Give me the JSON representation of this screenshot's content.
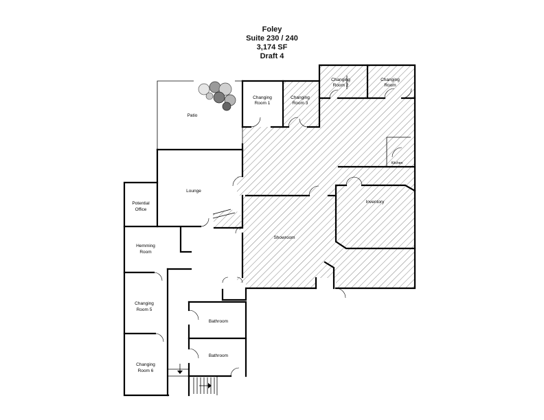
{
  "title": {
    "project": "Foley",
    "suite": "Suite 230 / 240",
    "area": "3,174 SF",
    "draft": "Draft 4"
  },
  "rooms": {
    "patio": "Patio",
    "lounge": "Lounge",
    "potential_office_1": "Potential",
    "potential_office_2": "Office",
    "hemming_1": "Hemming",
    "hemming_2": "Room",
    "changing5_1": "Changing",
    "changing5_2": "Room 5",
    "changing6_1": "Changing",
    "changing6_2": "Room 6",
    "bathroom_a": "Bathroom",
    "bathroom_b": "Bathroom",
    "changing1_1": "Changing",
    "changing1_2": "Room 1",
    "changing3_1": "Changing",
    "changing3_2": "Room 3",
    "changing2_1": "Changing",
    "changing2_2": "Room 2",
    "changing4_1": "Changing",
    "changing4_2": "Room",
    "inventory": "Inventory",
    "showroom": "Showroom",
    "kitchen": "Kitchen"
  },
  "colors": {
    "wall": "#000000",
    "hatch": "#8a8a8a",
    "plant_light": "#e6e6e6",
    "plant_dark": "#555555"
  }
}
